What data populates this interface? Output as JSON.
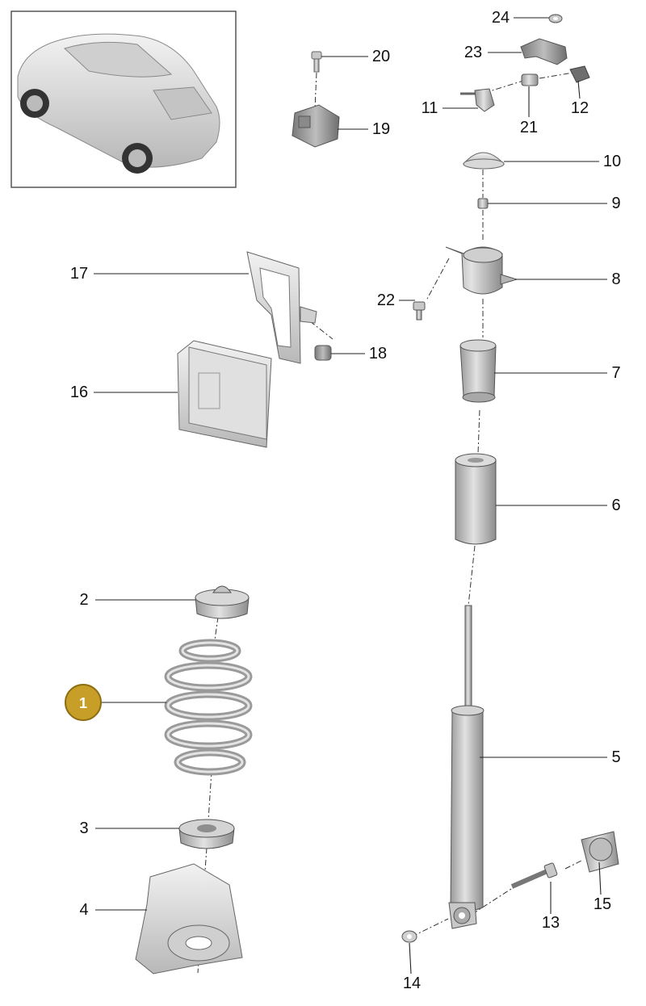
{
  "highlight_color": "#c79f28",
  "parts": [
    {
      "id": "p1",
      "label": "1",
      "name": "coil-spring",
      "highlighted": true
    },
    {
      "id": "p2",
      "label": "2"
    },
    {
      "id": "p3",
      "label": "3"
    },
    {
      "id": "p4",
      "label": "4"
    },
    {
      "id": "p5",
      "label": "5"
    },
    {
      "id": "p6",
      "label": "6"
    },
    {
      "id": "p7",
      "label": "7"
    },
    {
      "id": "p8",
      "label": "8"
    },
    {
      "id": "p9",
      "label": "9"
    },
    {
      "id": "p10",
      "label": "10"
    },
    {
      "id": "p11",
      "label": "11"
    },
    {
      "id": "p12",
      "label": "12"
    },
    {
      "id": "p13",
      "label": "13"
    },
    {
      "id": "p14",
      "label": "14"
    },
    {
      "id": "p15",
      "label": "15"
    },
    {
      "id": "p16",
      "label": "16"
    },
    {
      "id": "p17",
      "label": "17"
    },
    {
      "id": "p18",
      "label": "18"
    },
    {
      "id": "p19",
      "label": "19"
    },
    {
      "id": "p20",
      "label": "20"
    },
    {
      "id": "p21",
      "label": "21"
    },
    {
      "id": "p22",
      "label": "22"
    },
    {
      "id": "p23",
      "label": "23"
    },
    {
      "id": "p24",
      "label": "24"
    }
  ]
}
